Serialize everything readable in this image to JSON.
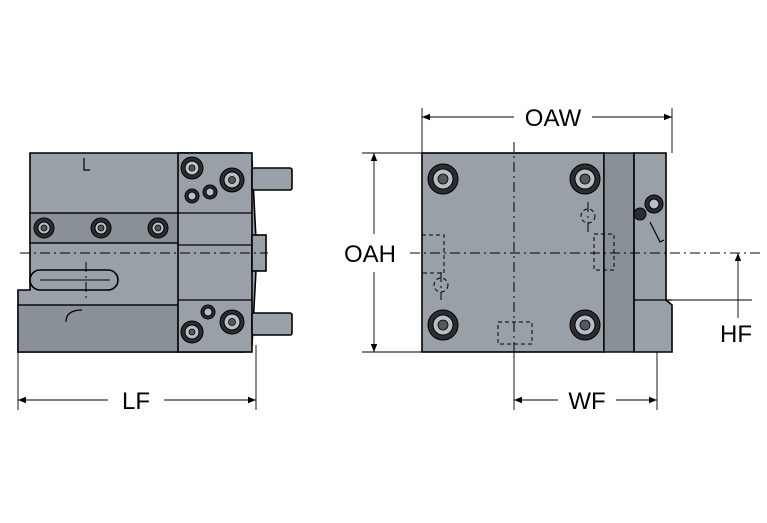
{
  "dimensions": {
    "lf": "LF",
    "oaw": "OAW",
    "oah": "OAH",
    "wf": "WF",
    "hf": "HF"
  },
  "colors": {
    "body": "#9aa0a8",
    "outline": "#000000",
    "background": "#ffffff"
  }
}
